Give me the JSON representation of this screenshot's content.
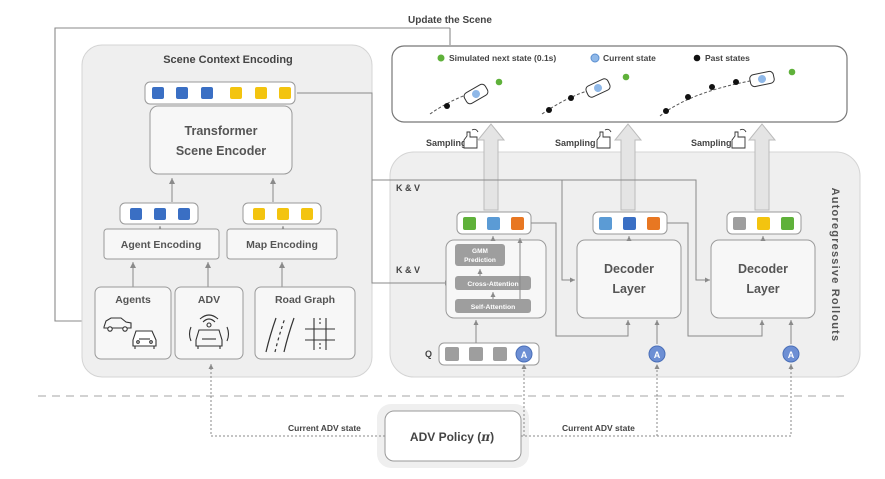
{
  "top_label": "Update the Scene",
  "scene": {
    "title": "Scene Context Encoding",
    "encoder_line1": "Transformer",
    "encoder_line2": "Scene Encoder",
    "agent_encoding": "Agent Encoding",
    "map_encoding": "Map Encoding",
    "agents": "Agents",
    "adv": "ADV",
    "road_graph": "Road Graph"
  },
  "legend": {
    "simulated": "Simulated next state (0.1s)",
    "current": "Current state",
    "past": "Past states"
  },
  "sampling": [
    "Sampling",
    "Sampling",
    "Sampling"
  ],
  "decoder": {
    "kv_top": "K & V",
    "kv_mid": "K & V",
    "q_label": "Q",
    "gmm_line1": "GMM",
    "gmm_line2": "Prediction",
    "cross_attention": "Cross-Attention",
    "self_attention": "Self-Attention",
    "layer_line1": "Decoder",
    "layer_line2": "Layer",
    "rollouts_vertical": "Autoregressive Rollouts",
    "a_badge": "A"
  },
  "policy": {
    "label": "ADV Policy (",
    "pi": "π",
    "close": ")",
    "current_left": "Current ADV state",
    "current_right": "Current ADV state"
  },
  "colors": {
    "blue": "#3a6fc4",
    "yellow": "#f3c40f",
    "green": "#5fb13a",
    "light_blue": "#5b9bd5",
    "orange": "#e87722",
    "gray_token": "#9e9e9e",
    "panel_bg": "#efefef",
    "box_stroke": "#9a9a9a"
  }
}
